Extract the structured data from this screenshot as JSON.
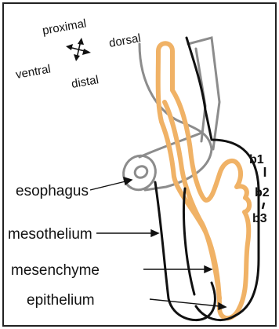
{
  "diagram": {
    "orientation": {
      "proximal": "proximal",
      "dorsal": "dorsal",
      "ventral": "ventral",
      "distal": "distal"
    },
    "structures": {
      "esophagus": "esophagus",
      "mesothelium": "mesothelium",
      "mesenchyme": "mesenchyme",
      "epithelium": "epithelium"
    },
    "buds": {
      "b1": "b1",
      "b2": "b2",
      "b3": "b3"
    },
    "colors": {
      "epithelium": "#f0b266",
      "esophagus": "#8c8c8c",
      "outline": "#111111",
      "border": "#222222"
    }
  }
}
